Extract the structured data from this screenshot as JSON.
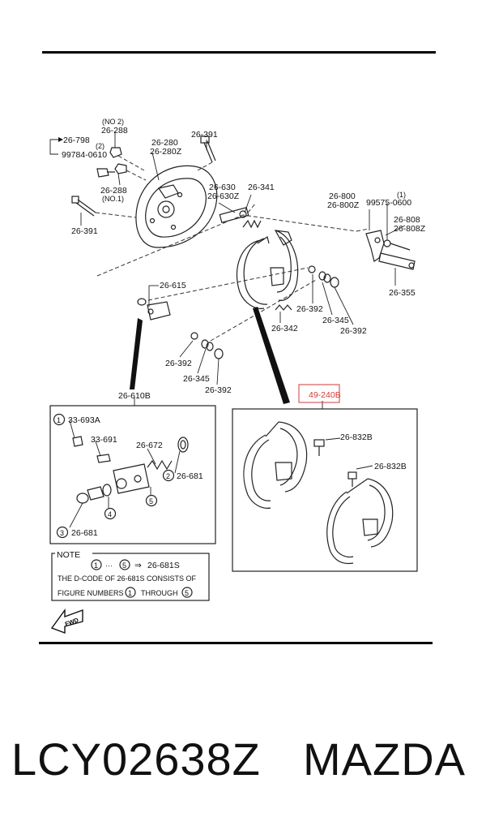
{
  "diagram": {
    "top_labels": {
      "no2": "(NO 2)",
      "p26288a": "26-288",
      "p26798": "26-798",
      "n2": "(2)",
      "p99784": "99784-0610",
      "p26280": "26-280",
      "p26280z": "26-280Z",
      "p26391a": "26-391",
      "p26288b": "26-288",
      "no1": "(NO.1)",
      "p26391b": "26-391",
      "p26630": "26-630",
      "p26630z": "26-630Z",
      "p26341": "26-341",
      "p26800": "26-800",
      "p26800z": "26-800Z",
      "n1": "(1)",
      "p99575": "99575-0600",
      "p26808": "26-808",
      "p26808z": "26-808Z",
      "p26355": "26-355",
      "p26615": "26-615",
      "p26392a": "26-392",
      "p26345a": "26-345",
      "p26342": "26-342",
      "p26392b": "26-392",
      "p26392c": "26-392",
      "p26345b": "26-345",
      "p26392d": "26-392",
      "p26610b": "26-610B",
      "p49240b": "49-240B"
    },
    "cylinder_box": {
      "c1": "1",
      "p33693a": "33-693A",
      "p33691": "33-691",
      "p26672": "26-672",
      "c2": "2",
      "p26681a": "26-681",
      "c5": "5",
      "c4": "4",
      "c3": "3",
      "p26681b": "26-681"
    },
    "shoe_box": {
      "p26832a": "26-832B",
      "p26832b": "26-832B"
    },
    "note": {
      "title": "NOTE",
      "c1": "1",
      "dots": "···",
      "c5": "5",
      "arrow": "⇒",
      "part": "26-681S",
      "line2": "THE D-CODE OF  26-681S CONSISTS OF",
      "line3a": "FIGURE NUMBERS",
      "c1b": "1",
      "through": "THROUGH",
      "c5b": "5"
    },
    "fwd": "FWD"
  },
  "footer": {
    "part_number": "LCY02638Z",
    "brand": "MAZDA"
  },
  "colors": {
    "highlight": "#d23a3a",
    "ink": "#111111"
  }
}
